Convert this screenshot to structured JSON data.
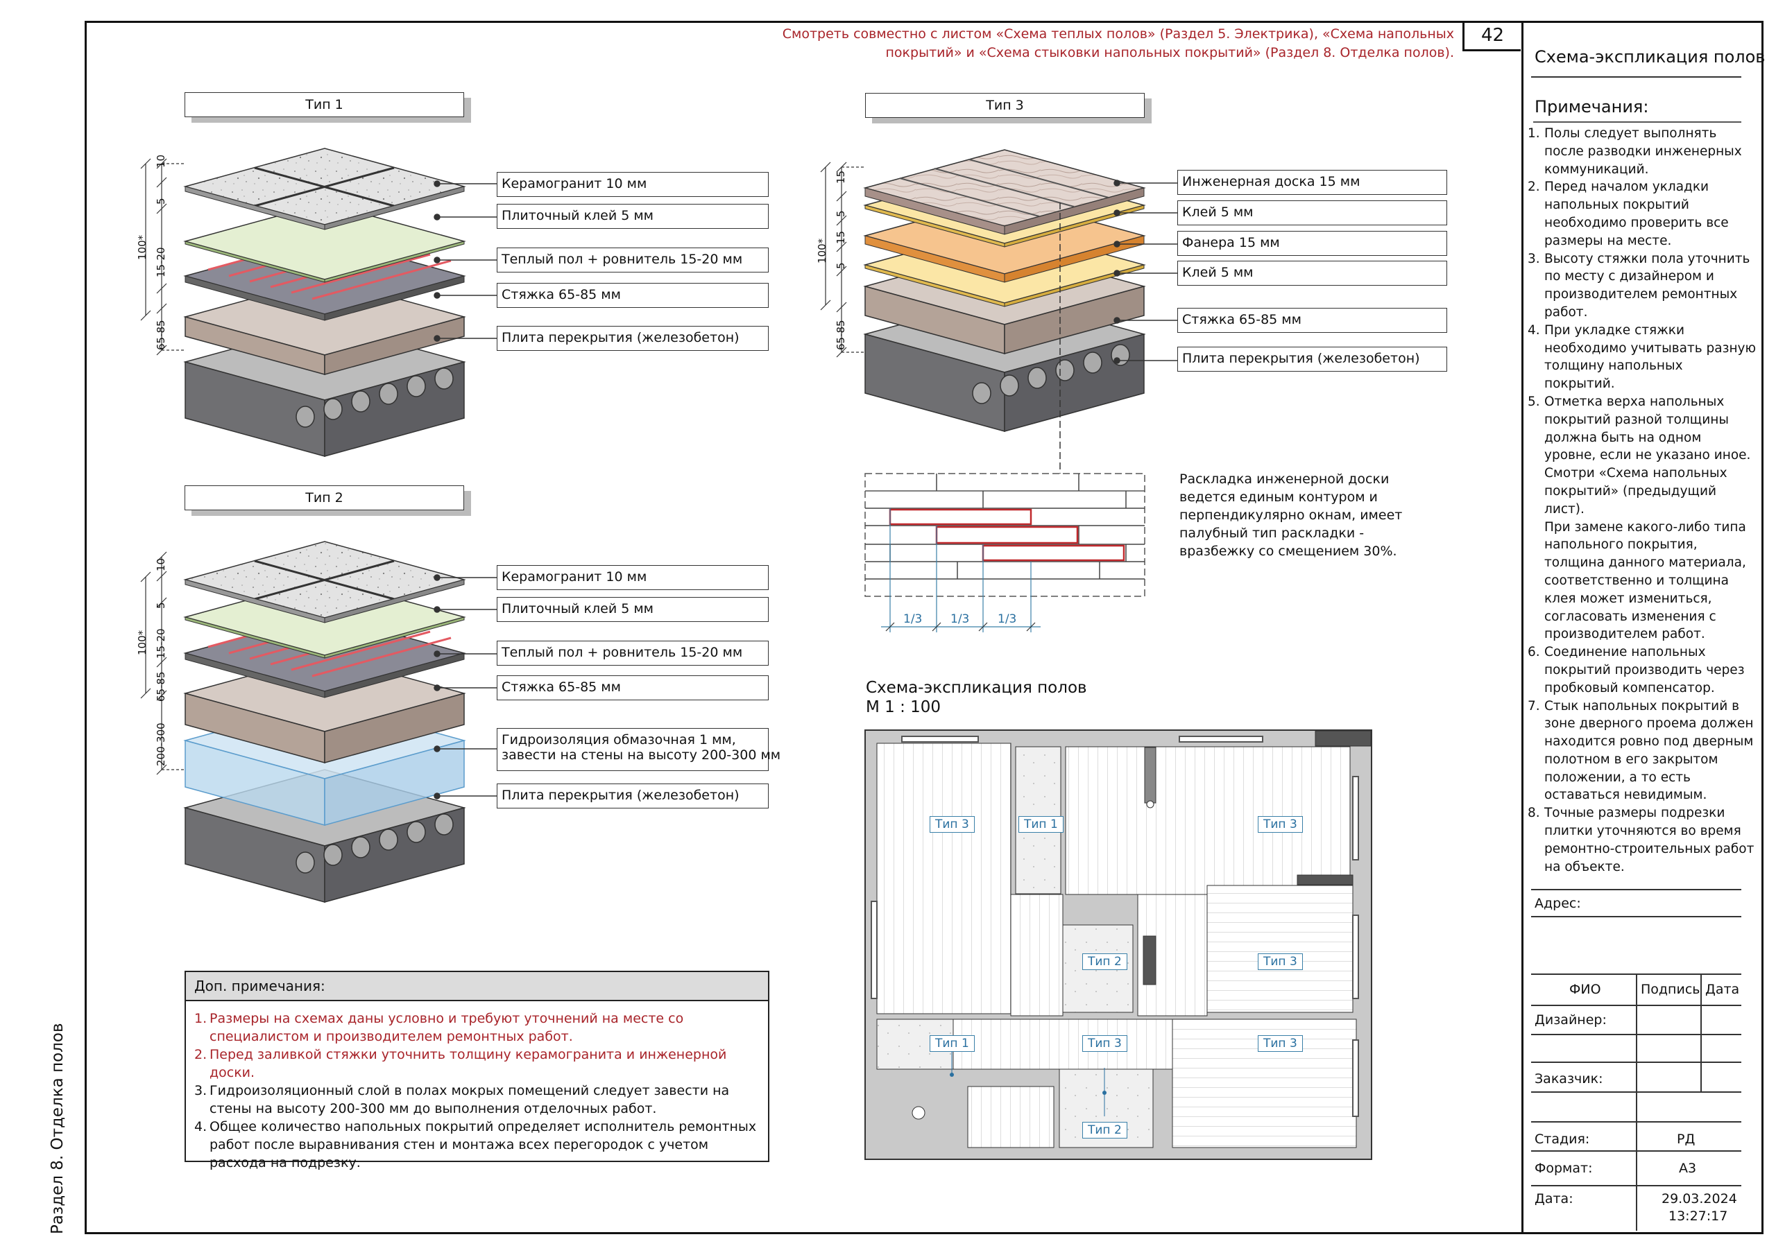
{
  "sheet": {
    "number": "42",
    "section_side": "Раздел 8. Отделка полов",
    "top_note": "Смотреть совместно с листом «Схема теплых полов» (Раздел 5. Электрика), «Схема напольных покрытий» и «Схема стыковки напольных покрытий» (Раздел 8. Отделка полов)."
  },
  "types": {
    "t1": {
      "title": "Тип 1",
      "layers": [
        "Керамогранит 10 мм",
        "Плиточный клей 5 мм",
        "Теплый пол + ровнитель 15-20 мм",
        "Стяжка  65-85 мм",
        "Плита перекрытия (железобетон)"
      ],
      "dims": [
        "10",
        "5",
        "15-20",
        "65-85",
        "100*"
      ]
    },
    "t2": {
      "title": "Тип 2",
      "layers": [
        "Керамогранит 10 мм",
        "Плиточный клей 5 мм",
        "Теплый пол + ровнитель 15-20 мм",
        "Стяжка  65-85 мм",
        "Гидроизоляция обмазочная 1 мм,",
        "завести на стены на высоту 200-300 мм",
        "Плита перекрытия (железобетон)"
      ],
      "dims": [
        "10",
        "5",
        "15-20",
        "65-85",
        "200-300",
        "100*"
      ]
    },
    "t3": {
      "title": "Тип 3",
      "layers": [
        "Инженерная доска 15 мм",
        "Клей 5 мм",
        "Фанера 15 мм",
        "Клей 5 мм",
        "Стяжка  65-85 мм",
        "Плита перекрытия (железобетон)"
      ],
      "dims": [
        "15",
        "5",
        "15",
        "5",
        "65-85",
        "100*"
      ]
    }
  },
  "layout_note": "Раскладка инженерной доски ведется единым контуром и перпендикулярно окнам, имеет палубный тип раскладки - вразбежку со смещением 30%.",
  "layout_fractions": [
    "1/3",
    "1/3",
    "1/3"
  ],
  "plan": {
    "title": "Схема-экспликация полов",
    "scale": "М   1 : 100",
    "rooms": [
      "Тип 3",
      "Тип 1",
      "Тип 3",
      "Тип 2",
      "Тип 3",
      "Тип 1",
      "Тип 3",
      "Тип 3",
      "Тип 2"
    ]
  },
  "dop": {
    "head": "Доп. примечания:",
    "items": [
      "Размеры на схемах даны условно и требуют уточнений на месте со специалистом и производителем ремонтных работ.",
      "Перед заливкой стяжки уточнить толщину керамогранита и инженерной доски.",
      "Гидроизоляционный слой в полах мокрых помещений следует завести на стены на высоту 200-300 мм до выполнения отделочных работ.",
      "Общее количество напольных покрытий определяет исполнитель ремонтных работ после выравнивания стен и монтажа всех перегородок с учетом расхода на подрезку."
    ]
  },
  "titleblock": {
    "title": "Схема-экспликация полов",
    "notes_head": "Примечания:",
    "notes": [
      "Полы следует выполнять после разводки инженерных коммуникаций.",
      "Перед началом укладки напольных покрытий необходимо проверить все размеры на месте.",
      "Высоту стяжки пола уточнить по месту с дизайнером и производителем ремонтных работ.",
      "При укладке стяжки необходимо учитывать разную толщину напольных покрытий.",
      "Отметка верха напольных покрытий разной толщины должна быть на одном уровне, если не указано иное.  Смотри «Схема напольных покрытий» (предыдущий лист).",
      "Соединение напольных покрытий производить через пробковый компенсатор.",
      "Стык напольных покрытий в зоне дверного проема должен находится ровно под дверным полотном в его закрытом положении, а то есть оставаться невидимым.",
      "Точные размеры подрезки плитки уточняются во время ремонтно-строительных работ на объекте."
    ],
    "note5_extra": "При замене какого-либо типа напольного покрытия, толщина данного материала, соответственно и толщина клея может измениться, согласовать изменения с производителем работ.",
    "address_label": "Адрес:",
    "fio": "ФИО",
    "sign": "Подпись",
    "date_col": "Дата",
    "designer": "Дизайнер:",
    "client": "Заказчик:",
    "stage_label": "Стадия:",
    "stage": "РД",
    "format_label": "Формат:",
    "format": "А3",
    "date_label": "Дата:",
    "date": "29.03.2024",
    "time": "13:27:17"
  },
  "colors": {
    "note_red": "#a8242a",
    "room_tag_blue": "#2a70a0",
    "plank_red": "#c0282c",
    "underlay_green": "#dfecc8",
    "glue_yellow": "#f6d98a",
    "plywood_orange": "#f1b87a",
    "screed_brown": "#b5a398",
    "slab_grey": "#7d7d80",
    "waterproof_blue": "#bcd9ee"
  }
}
